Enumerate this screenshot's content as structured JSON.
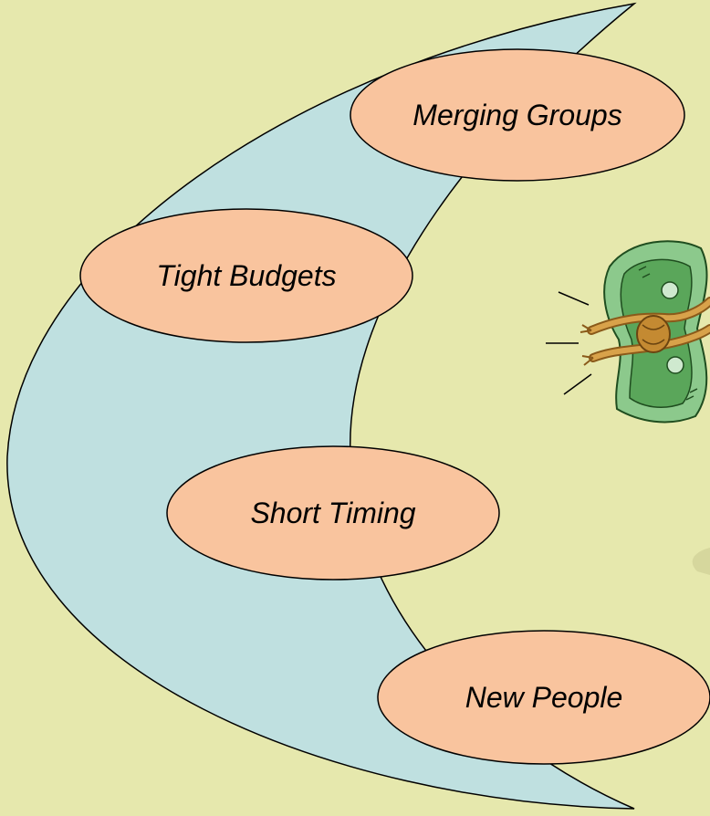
{
  "diagram": {
    "ovals": [
      {
        "label": "Merging Groups"
      },
      {
        "label": "Tight Budgets"
      },
      {
        "label": "Short Timing"
      },
      {
        "label": "New People"
      }
    ],
    "illustration": {
      "icon": "money-bundle-tied-icon"
    }
  },
  "colors": {
    "background": "#e6e8ad",
    "crescent_fill": "#bfe0e0",
    "oval_fill": "#f9c49e",
    "outline": "#000000"
  }
}
